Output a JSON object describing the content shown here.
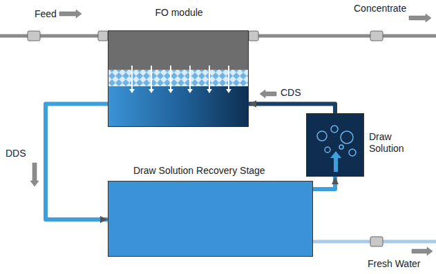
{
  "diagram": {
    "nodes": [
      {
        "text": [
          "FO module"
        ]
      },
      {
        "text": [
          "Draw Solution"
        ]
      },
      {
        "text": [
          "Draw Solution Recovery Stage"
        ]
      }
    ],
    "edges": [
      {
        "from": 0,
        "to": 2,
        "arrow": "to",
        "label": "DDS"
      },
      {
        "from": 1,
        "to": 0,
        "arrow": "to",
        "label": "CDS"
      },
      {
        "from": 2,
        "to": 1,
        "arrow": "to"
      }
    ],
    "labels": [
      "Feed",
      "Concentrate",
      "Fresh Water"
    ]
  }
}
